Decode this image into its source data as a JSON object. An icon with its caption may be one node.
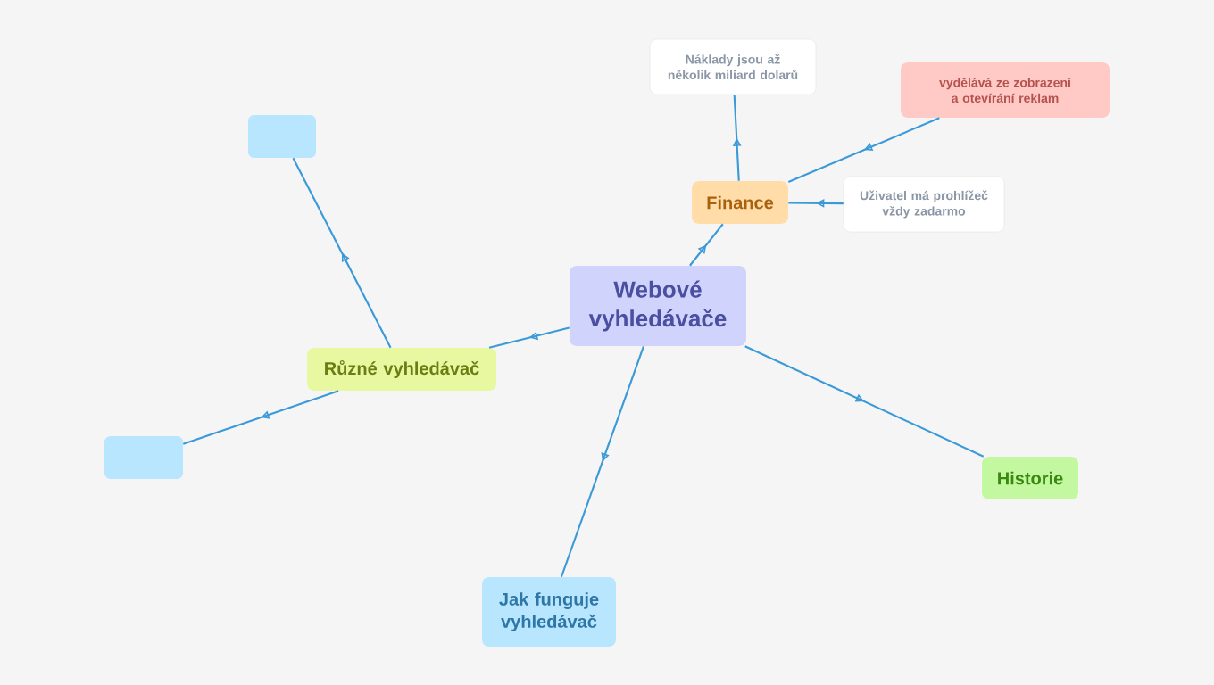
{
  "diagram": {
    "nodes": [
      {
        "text": [
          "Webové vyhledávače"
        ]
      },
      {
        "text": [
          "Finance"
        ]
      },
      {
        "text": [
          "Náklady jsou až několik miliard dolarů"
        ]
      },
      {
        "text": [
          "vydělává ze zobrazení a otevírání reklam"
        ]
      },
      {
        "text": [
          "Uživatel má prohlížeč vždy zadarmo"
        ]
      },
      {
        "text": [
          "Různé vyhledávač"
        ]
      },
      {
        "text": [],
        "shape": "box"
      },
      {
        "text": [],
        "shape": "box"
      },
      {
        "text": [
          "Jak funguje vyhledávač"
        ]
      },
      {
        "text": [
          "Historie"
        ]
      }
    ],
    "edges": [
      {
        "from": 0,
        "to": 1,
        "arrow": "to"
      },
      {
        "from": 1,
        "to": 2,
        "arrow": "to"
      },
      {
        "from": 3,
        "to": 1,
        "arrow": "to"
      },
      {
        "from": 4,
        "to": 1,
        "arrow": "to"
      },
      {
        "from": 0,
        "to": 5,
        "arrow": "to"
      },
      {
        "from": 5,
        "to": 6,
        "arrow": "to"
      },
      {
        "from": 5,
        "to": 7,
        "arrow": "to"
      },
      {
        "from": 0,
        "to": 8,
        "arrow": "to"
      },
      {
        "from": 0,
        "to": 9,
        "arrow": "to"
      }
    ]
  }
}
